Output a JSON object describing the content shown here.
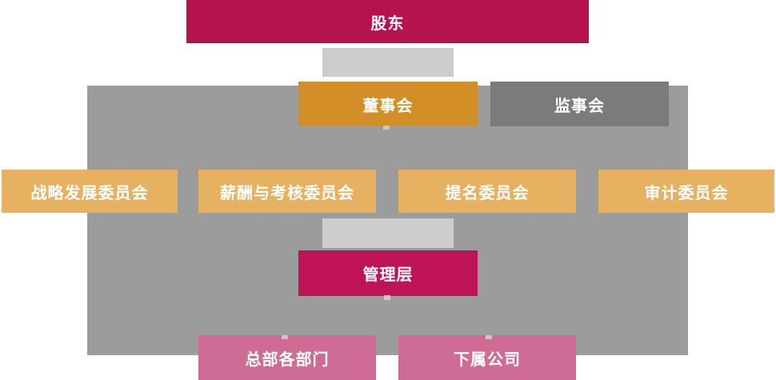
{
  "org_chart": {
    "shareholders": {
      "label": "股东"
    },
    "board": {
      "label": "董事会"
    },
    "supervisory": {
      "label": "监事会"
    },
    "committees": [
      {
        "label": "战略发展委员会"
      },
      {
        "label": "薪酬与考核委员会"
      },
      {
        "label": "提名委员会"
      },
      {
        "label": "审计委员会"
      }
    ],
    "management": {
      "label": "管理层"
    },
    "divisions": [
      {
        "label": "总部各部门"
      },
      {
        "label": "下属公司"
      }
    ],
    "colors": {
      "shareholders_bg": "#B5134F",
      "board_bg": "#D28E27",
      "supervisory_bg": "#7B7B7B",
      "committee_bg": "#E6B262",
      "management_bg": "#BE1356",
      "division_bg": "#CE6C96",
      "panel_bg": "#9C9C9C",
      "connector_bg": "#CDCDCD",
      "text": "#FFFFFF"
    }
  }
}
